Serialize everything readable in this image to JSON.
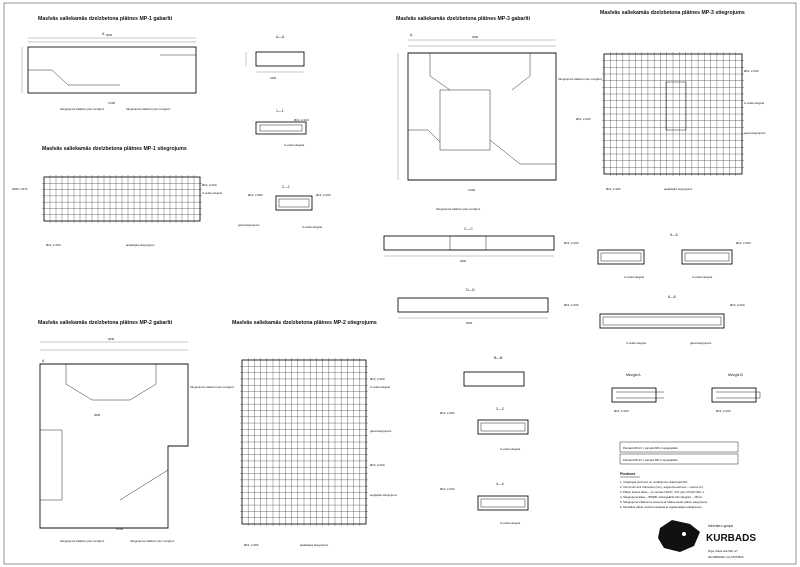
{
  "views": {
    "mp1_gabarits": "Masīvās saliekamās dzelzbetona plātnes MP-1 gabarīti",
    "mp1_stiegrojums": "Masīvās saliekamās dzelzbetona plātnes MP-1 stiegrojums",
    "mp2_gabarits": "Masīvās saliekamās dzelzbetona plātnes MP-2 gabarīti",
    "mp2_stiegrojums": "Masīvās saliekamās dzelzbetona plātnes MP-2 stiegrojums",
    "mp3_gabarits": "Masīvās saliekamās dzelzbetona plātnes MP-3 gabarīti",
    "mp3_stiegrojums": "Masīvās saliekamās dzelzbetona plātnes MP-3 stiegrojums"
  },
  "sections": {
    "aa": "A—A",
    "s11": "1—1",
    "s22": "2—2",
    "cc": "C—C",
    "dd": "D—D",
    "bb": "B—B",
    "s33": "3—3",
    "s44": "4—4",
    "s55": "5—5",
    "s66": "6—6",
    "mezgls_a": "Mezgls A",
    "mezgls_b": "Mezgls B"
  },
  "labels": {
    "stiegrojuma_izlaidumi": "Stiegrojuma izlaidumi pēc mezgla A",
    "t200": "t=200",
    "bar_a": "Ø10, s=100",
    "bar_b": "Ø10, s=150",
    "bar_c": "Ø10, s=200",
    "u_veida": "U-veida stiegras",
    "garenstiegrojums": "garenstiegrojums",
    "apakšējais": "apakšējais stiegrojums",
    "augšējais": "augšējais stiegrojums"
  },
  "notes": {
    "heading": "Piezīmes",
    "items": [
      "1. Vispārīgās piezīmes un norādījumus skatīt lapā 001.",
      "2. Visi izmēri doti milimetros (mm), augstuma atzīmes – metros (m).",
      "3. Plātņu betons klase – ne zemāk C30/37, XC1 pēc LVS EN 206–1.",
      "4. Stiegrojuma klase – B500B, aizsargslānis līdz stiegrām – 25mm.",
      "5. Stiegrojuma izlaidumus savienot ar blakus esošo plātņu stiegrojumu.",
      "6. Montāžas cilpas novietot saskaņā ar izgatavotāja norādījumiem."
    ]
  },
  "boxes": {
    "mp2": "Pamata MP-2V ir pamats MP-2 spoguļattēls.",
    "mp3": "Pamata MP-3V ir pamats MP-3 spoguļattēls."
  },
  "titleblock": {
    "org": "inženieru grupa",
    "brand": "KURBADS",
    "address": "Rīga, Maza iela 52b–17",
    "contacts": "tālr.29800340, fax.67576843"
  }
}
